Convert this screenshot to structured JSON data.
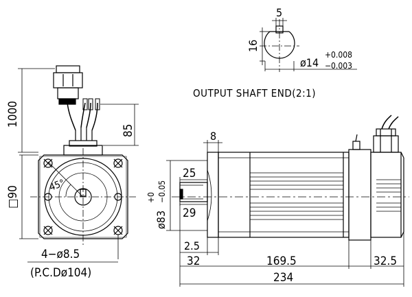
{
  "labels": {
    "shaft_key_width": "5",
    "shaft_flat_height": "16",
    "shaft_diameter_prefix": "ø14",
    "shaft_tol_upper": "+0.008",
    "shaft_tol_lower": "−0.003",
    "shaft_caption": "OUTPUT SHAFT END(2:1)",
    "cable_length": "1000",
    "connector_offset": "85",
    "flange_square": "□90",
    "bolt_angle": "45°",
    "bolt_holes": "4−ø8.5",
    "pcd": "(P.C.Dø104)",
    "flange_thickness": "8",
    "shaft_length_total": "25",
    "key_length": "29",
    "pilot_diameter_prefix": "ø83",
    "pilot_tol_upper": "+0",
    "pilot_tol_lower": "−0.05",
    "pilot_depth": "2.5",
    "shaft_projection": "32",
    "body_length": "169.5",
    "rear_length": "32.5",
    "overall_length": "234"
  }
}
